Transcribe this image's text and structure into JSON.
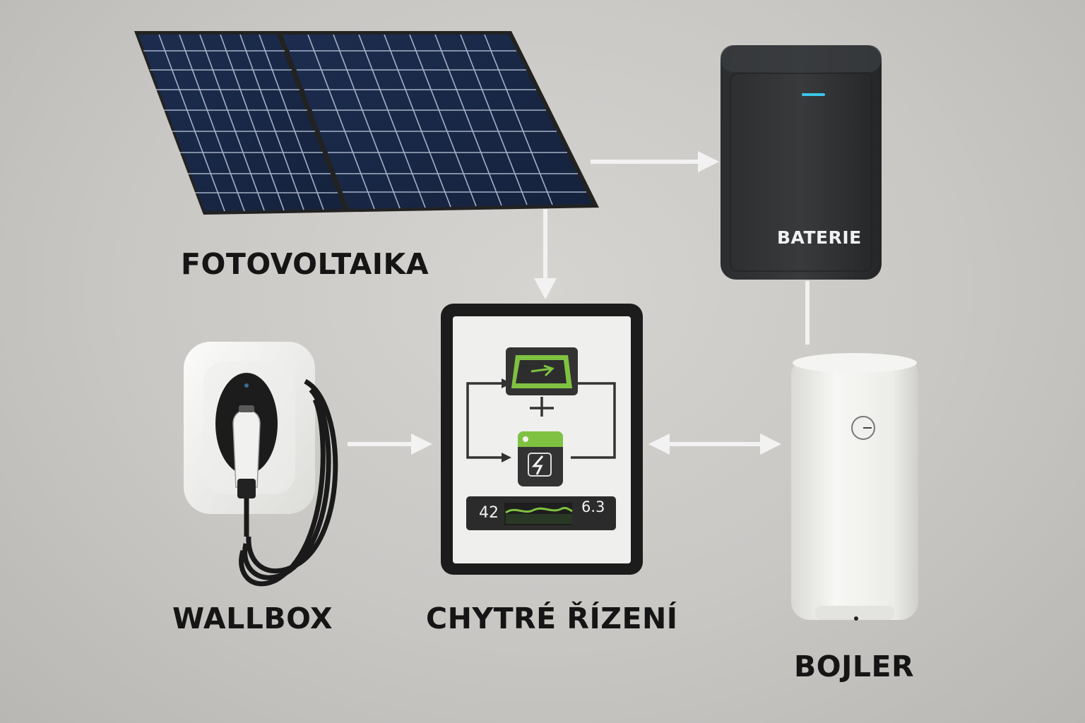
{
  "labels": {
    "pv": "FOTOVOLTAIKA",
    "battery": "BATERIE",
    "wallbox": "WALLBOX",
    "control": "CHYTRÉ ŘÍZENÍ",
    "boiler": "BOJLER"
  },
  "tablet_screen": {
    "metric_left": "42",
    "metric_right": "6.3"
  },
  "colors": {
    "background": "#c9c7c4",
    "accent_green": "#7fc241",
    "battery_led": "#38c6e8",
    "connector": "#f2f2f2",
    "text": "#151515"
  }
}
